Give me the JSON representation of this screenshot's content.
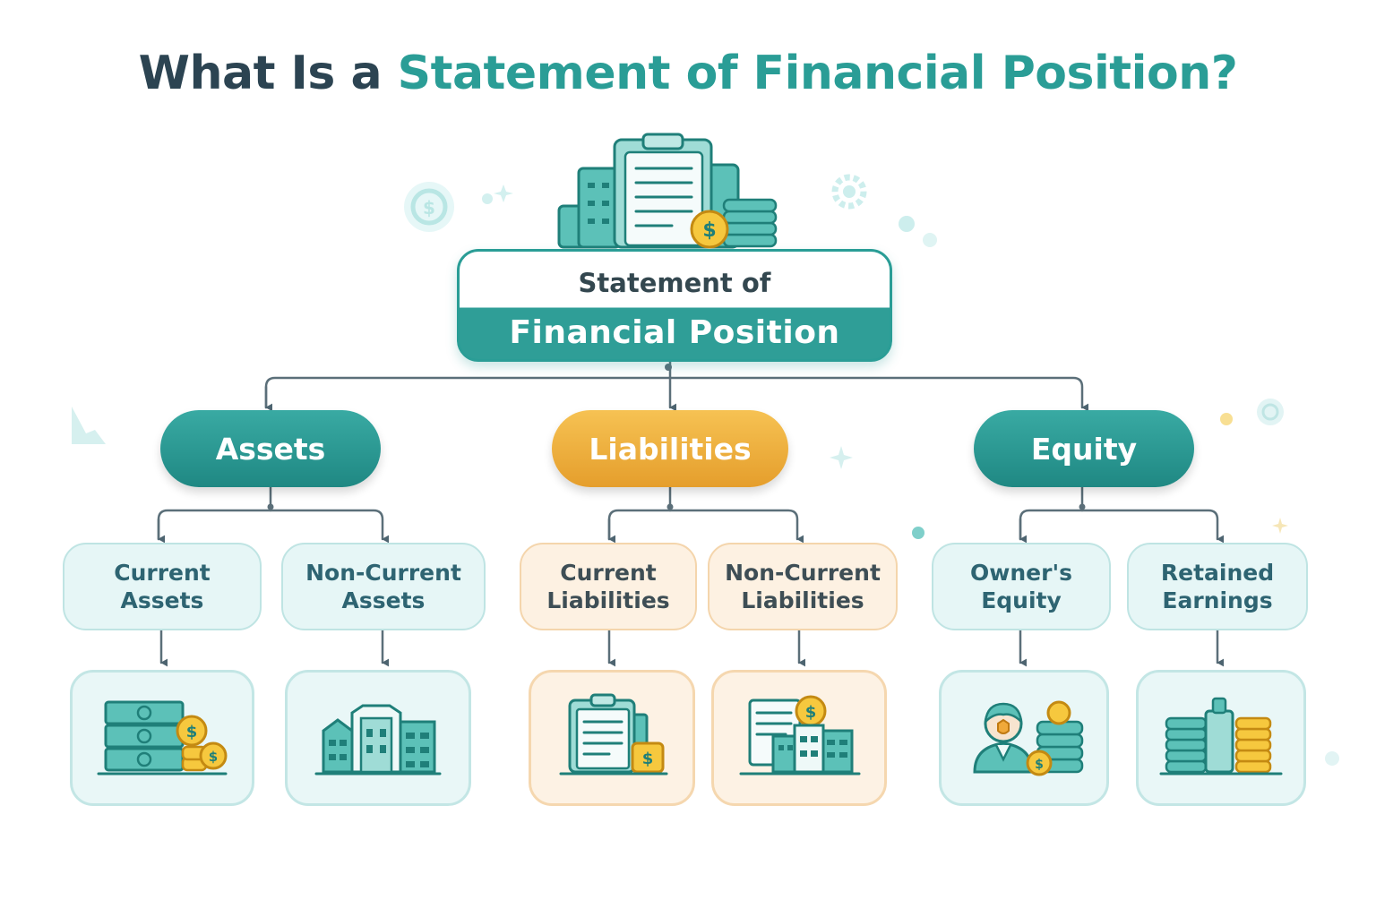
{
  "title": {
    "prefix": "What Is a ",
    "highlight": "Statement of Financial Position?"
  },
  "root": {
    "line1": "Statement of",
    "line2": "Financial Position"
  },
  "categories": [
    {
      "label": "Assets",
      "color": "#2a9d96",
      "children": [
        {
          "line1": "Current",
          "line2": "Assets",
          "icon": "cash-stack-coins-icon"
        },
        {
          "line1": "Non-Current",
          "line2": "Assets",
          "icon": "buildings-icon"
        }
      ]
    },
    {
      "label": "Liabilities",
      "color": "#f0b03f",
      "children": [
        {
          "line1": "Current",
          "line2": "Liabilities",
          "icon": "clipboard-bill-icon"
        },
        {
          "line1": "Non-Current",
          "line2": "Liabilities",
          "icon": "documents-buildings-icon"
        }
      ]
    },
    {
      "label": "Equity",
      "color": "#2a9d96",
      "children": [
        {
          "line1": "Owner's",
          "line2": "Equity",
          "icon": "owner-coins-icon"
        },
        {
          "line1": "Retained",
          "line2": "Earnings",
          "icon": "coin-stacks-icon"
        }
      ]
    }
  ],
  "colors": {
    "teal": "#2a9d96",
    "amber": "#f0b03f",
    "dark_text": "#2c4452",
    "gold": "#f5c842"
  }
}
